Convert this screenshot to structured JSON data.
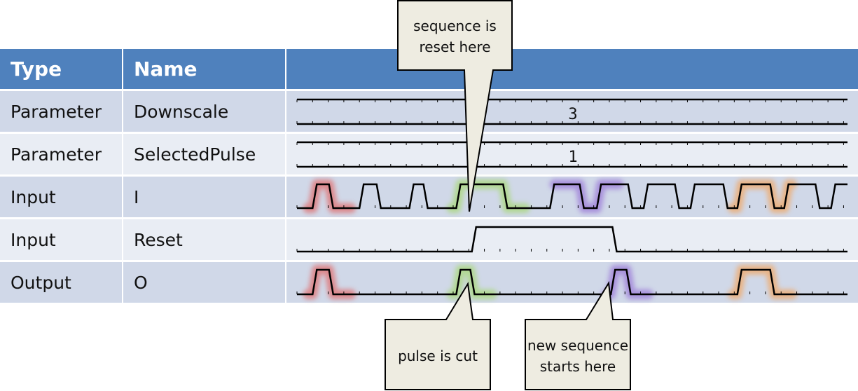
{
  "table": {
    "headers": [
      "Type",
      "Name",
      ""
    ],
    "rows": [
      {
        "type": "Parameter",
        "name": "Downscale",
        "kind": "bus",
        "value": "3"
      },
      {
        "type": "Parameter",
        "name": "SelectedPulse",
        "kind": "bus",
        "value": "1"
      },
      {
        "type": "Input",
        "name": "I",
        "kind": "digital"
      },
      {
        "type": "Input",
        "name": "Reset",
        "kind": "digital"
      },
      {
        "type": "Output",
        "name": "O",
        "kind": "digital"
      }
    ]
  },
  "timeline": {
    "unit": "clock tick",
    "span": [
      0,
      35.25
    ],
    "tick_count": 36,
    "edge_duration": 0.27
  },
  "signals": {
    "I": {
      "initial": 0,
      "edges": [
        1.0,
        2.05,
        4.0,
        5.1,
        7.2,
        8.1,
        10.2,
        13.2,
        16.2,
        18.1,
        19.2,
        21.2,
        22.2,
        24.2,
        25.2,
        27.3,
        28.2,
        30.3,
        31.2,
        33.2,
        34.2
      ]
    },
    "Reset": {
      "initial": 0,
      "edges": [
        11.2,
        20.2
      ]
    },
    "O": {
      "initial": 0,
      "edges": [
        1.0,
        2.05,
        10.2,
        11.1,
        20.1,
        21.1,
        28.2,
        30.3
      ]
    }
  },
  "highlights": [
    {
      "signal": "I",
      "pulse_start": 1.0,
      "pulse_end": 2.05,
      "color": "#E07070",
      "name": "red"
    },
    {
      "signal": "I",
      "pulse_start": 10.2,
      "pulse_end": 13.2,
      "color": "#A8D878",
      "name": "green"
    },
    {
      "signal": "I",
      "pulse_start": 18.1,
      "pulse_end": 19.2,
      "color": "#9C7CD8",
      "name": "purple",
      "inverted": true
    },
    {
      "signal": "I",
      "pulse_start": 28.2,
      "pulse_end": 30.3,
      "color": "#F0A868",
      "name": "orange"
    },
    {
      "signal": "O",
      "pulse_start": 1.0,
      "pulse_end": 2.05,
      "color": "#E07070",
      "name": "red"
    },
    {
      "signal": "O",
      "pulse_start": 10.2,
      "pulse_end": 11.1,
      "color": "#A8D878",
      "name": "green"
    },
    {
      "signal": "O",
      "pulse_start": 20.1,
      "pulse_end": 21.1,
      "color": "#9C7CD8",
      "name": "purple"
    },
    {
      "signal": "O",
      "pulse_start": 28.2,
      "pulse_end": 30.3,
      "color": "#F0A868",
      "name": "orange"
    }
  ],
  "callouts": [
    {
      "id": "reset",
      "text_lines": [
        "sequence is",
        "reset here"
      ],
      "points_to": {
        "signal": "I",
        "time": 11.1
      }
    },
    {
      "id": "cut",
      "text_lines": [
        "pulse is cut"
      ],
      "points_to": {
        "signal": "O",
        "time": 11.0
      }
    },
    {
      "id": "newseq",
      "text_lines": [
        "new sequence",
        "starts here"
      ],
      "points_to": {
        "signal": "O",
        "time": 20.0
      }
    }
  ],
  "colors": {
    "header": "#4F81BD",
    "row_odd": "#D0D8E8",
    "row_even": "#E9EDF4",
    "callout_fill": "#EEECE1",
    "trace": "#000000"
  }
}
